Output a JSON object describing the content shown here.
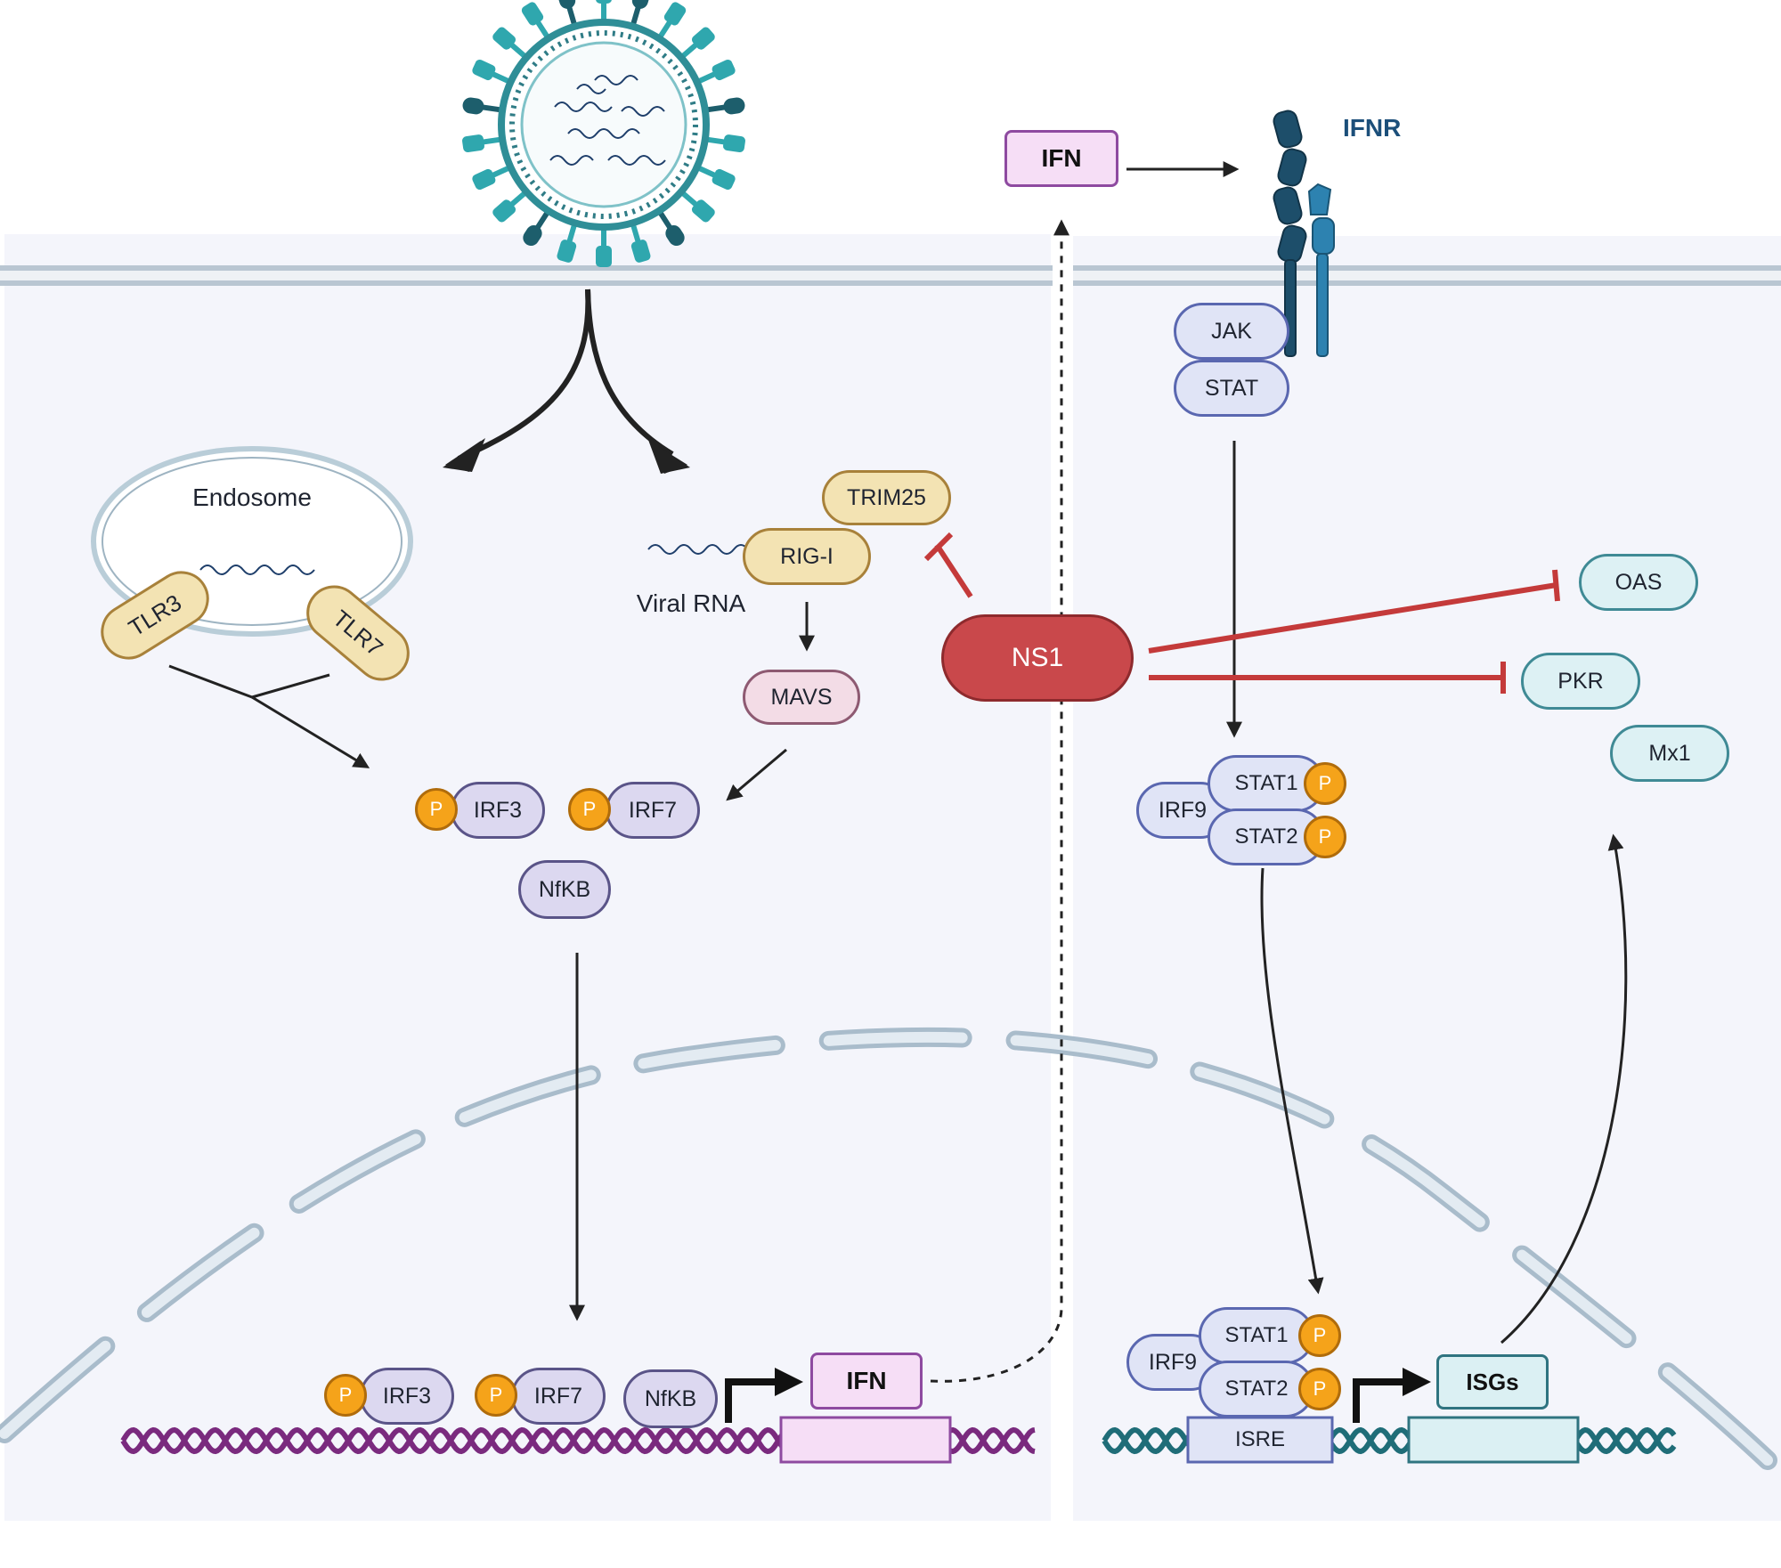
{
  "labels": {
    "ifn_top": "IFN",
    "ifnr": "IFNR",
    "endosome": "Endosome",
    "tlr3": "TLR3",
    "tlr7": "TLR7",
    "trim25": "TRIM25",
    "rigi": "RIG-I",
    "viral_rna": "Viral RNA",
    "mavs": "MAVS",
    "ns1": "NS1",
    "irf3": "IRF3",
    "irf7": "IRF7",
    "nfkb": "NfKB",
    "p": "P",
    "jak": "JAK",
    "stat": "STAT",
    "oas": "OAS",
    "pkr": "PKR",
    "mx1": "Mx1",
    "irf9": "IRF9",
    "stat1": "STAT1",
    "stat2": "STAT2",
    "ifn_gene": "IFN",
    "isre": "ISRE",
    "isgs": "ISGs"
  },
  "colors": {
    "membrane": "#b9c6d2",
    "cell_bg": "#f4f5fb",
    "virus": "#2fa7ae",
    "virus_dark": "#1d5e6c",
    "dna_left": "#7a2a7e",
    "dna_right": "#1f6d78",
    "inhibit": "#c43a3a",
    "arrow": "#222222",
    "receptor_dark": "#1d4e6a",
    "receptor_light": "#2d82b0"
  }
}
